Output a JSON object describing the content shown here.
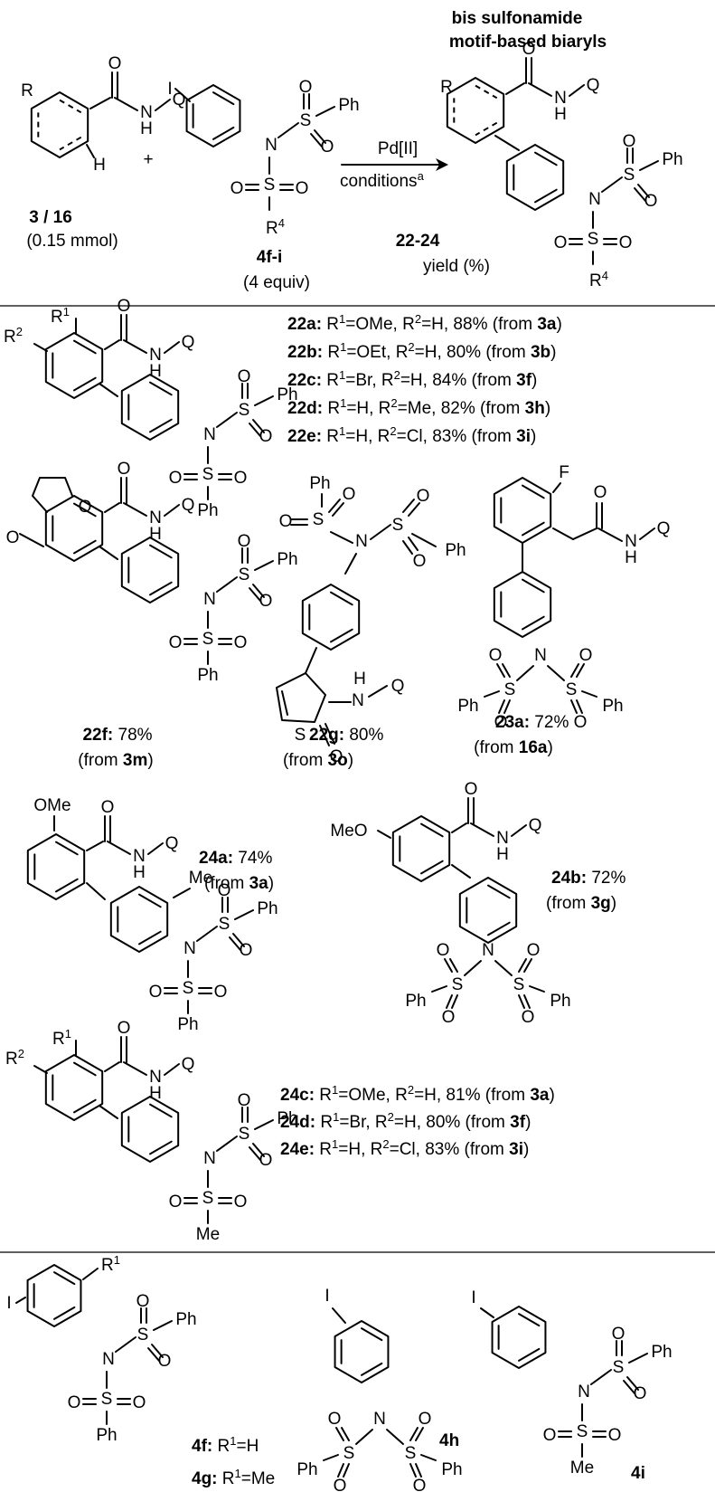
{
  "header": {
    "product_title_line1": "bis sulfonamide",
    "product_title_line2": "motif-based biaryls",
    "catalyst": "Pd[II]",
    "conditions": "conditions",
    "conditions_note": "a",
    "plus": "+",
    "substrate_label": "3 / 16",
    "substrate_amount": "(0.15 mmol)",
    "reagent_label": "4f-i",
    "reagent_amount": "(4 equiv)",
    "product_label": "22-24",
    "product_yield": "yield (%)"
  },
  "series_22": [
    {
      "id": "22a:",
      "r1": "OMe",
      "r2": "H",
      "yield": "88%",
      "from": "3a"
    },
    {
      "id": "22b:",
      "r1": "OEt",
      "r2": "H",
      "yield": "80%",
      "from": "3b"
    },
    {
      "id": "22c:",
      "r1": "Br",
      "r2": "H",
      "yield": "84%",
      "from": "3f"
    },
    {
      "id": "22d:",
      "r1": "H",
      "r2": "Me",
      "yield": "82%",
      "from": "3h"
    },
    {
      "id": "22e:",
      "r1": "H",
      "r2": "Cl",
      "yield": "83%",
      "from": "3i"
    }
  ],
  "compounds": {
    "c22f": {
      "id": "22f:",
      "yield": "78%",
      "from": "3m"
    },
    "c22g": {
      "id": "22g:",
      "yield": "80%",
      "from": "3o"
    },
    "c23a": {
      "id": "23a:",
      "yield": "72%",
      "from": "16a"
    },
    "c24a": {
      "id": "24a:",
      "yield": "74%",
      "from": "3a"
    },
    "c24b": {
      "id": "24b:",
      "yield": "72%",
      "from": "3g"
    }
  },
  "series_24": [
    {
      "id": "24c:",
      "r1": "OMe",
      "r2": "H",
      "yield": "81%",
      "from": "3a"
    },
    {
      "id": "24d:",
      "r1": "Br",
      "r2": "H",
      "yield": "80%",
      "from": "3f"
    },
    {
      "id": "24e:",
      "r1": "H",
      "r2": "Cl",
      "yield": "83%",
      "from": "3i"
    }
  ],
  "reagents": {
    "r4f": {
      "id": "4f:",
      "sub": "R",
      "sup": "1",
      "val": "=H"
    },
    "r4g": {
      "id": "4g:",
      "sub": "R",
      "sup": "1",
      "val": "=Me"
    },
    "r4h": {
      "id": "4h"
    },
    "r4i": {
      "id": "4i"
    }
  },
  "atoms": {
    "I": "I",
    "Ph": "Ph",
    "N": "N",
    "S": "S",
    "O": "O",
    "H": "H",
    "Q": "Q",
    "R": "R",
    "F": "F",
    "Me": "Me",
    "MeO": "MeO",
    "OMe": "OMe",
    "from": "(from ",
    "close": ")",
    "r1": "R",
    "r2": "R",
    "sup1": "1",
    "sup2": "2",
    "sup4": "4"
  }
}
